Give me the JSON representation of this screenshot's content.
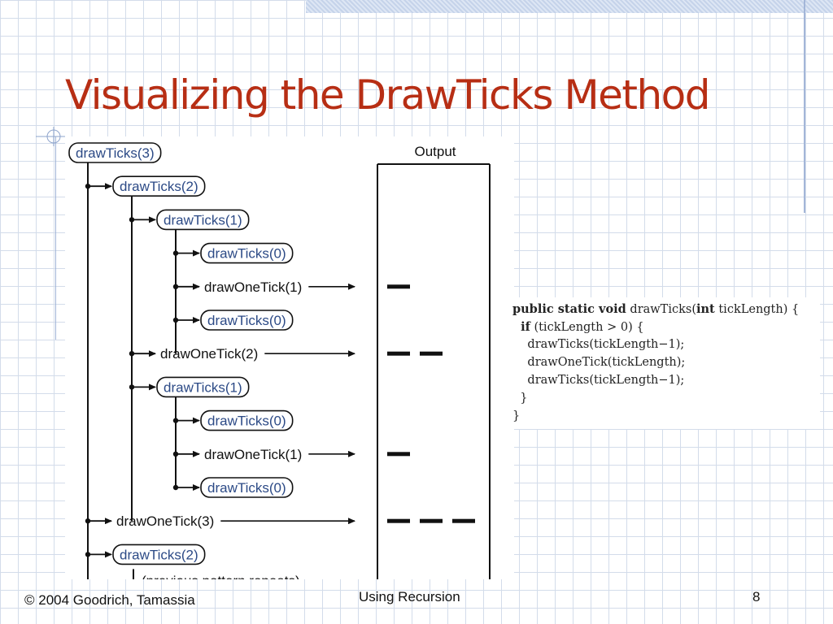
{
  "slide": {
    "title": "Visualizing the DrawTicks Method"
  },
  "diagram": {
    "output_label": "Output",
    "calls": [
      {
        "label": "drawTicks(3)",
        "kind": "recursive-call"
      },
      {
        "label": "drawTicks(2)",
        "kind": "recursive-call"
      },
      {
        "label": "drawTicks(1)",
        "kind": "recursive-call"
      },
      {
        "label": "drawTicks(0)",
        "kind": "recursive-call"
      },
      {
        "label": "drawOneTick(1)",
        "kind": "draw-call",
        "ticks": 1
      },
      {
        "label": "drawTicks(0)",
        "kind": "recursive-call"
      },
      {
        "label": "drawOneTick(2)",
        "kind": "draw-call",
        "ticks": 2
      },
      {
        "label": "drawTicks(1)",
        "kind": "recursive-call"
      },
      {
        "label": "drawTicks(0)",
        "kind": "recursive-call"
      },
      {
        "label": "drawOneTick(1)",
        "kind": "draw-call",
        "ticks": 1
      },
      {
        "label": "drawTicks(0)",
        "kind": "recursive-call"
      },
      {
        "label": "drawOneTick(3)",
        "kind": "draw-call",
        "ticks": 3
      },
      {
        "label": "drawTicks(2)",
        "kind": "recursive-call"
      }
    ],
    "continuation": "(previous pattern repeats)"
  },
  "code": {
    "lines": [
      {
        "kw": "public static void",
        "rest": " drawTicks(",
        "kw2": "int",
        "rest2": " tickLength) {"
      },
      {
        "kw": "  if",
        "rest": " (tickLength > 0) {",
        "kw2": "",
        "rest2": ""
      },
      {
        "kw": "",
        "rest": "    drawTicks(tickLength−1);",
        "kw2": "",
        "rest2": ""
      },
      {
        "kw": "",
        "rest": "    drawOneTick(tickLength);",
        "kw2": "",
        "rest2": ""
      },
      {
        "kw": "",
        "rest": "    drawTicks(tickLength−1);",
        "kw2": "",
        "rest2": ""
      },
      {
        "kw": "",
        "rest": "  }",
        "kw2": "",
        "rest2": ""
      },
      {
        "kw": "",
        "rest": "}",
        "kw2": "",
        "rest2": ""
      }
    ]
  },
  "footer": {
    "copyright": "© 2004 Goodrich, Tamassia",
    "topic": "Using Recursion",
    "page": "8"
  },
  "colors": {
    "title": "#b72e14",
    "call_text": "#2c4a86",
    "grid": "#d3dcea"
  }
}
